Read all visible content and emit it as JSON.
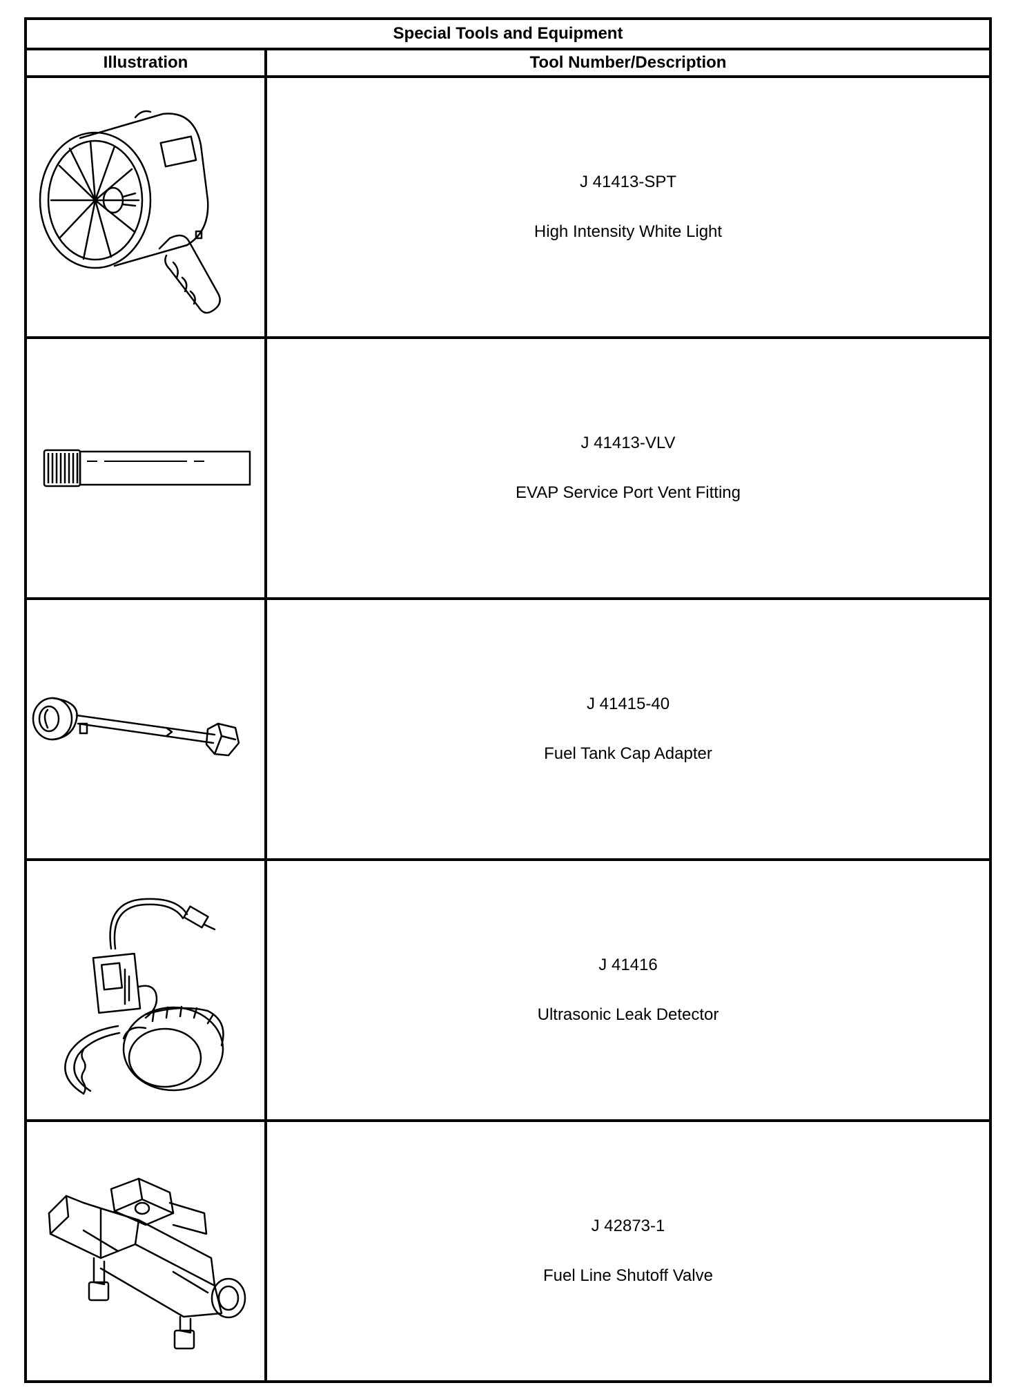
{
  "table": {
    "title": "Special Tools and Equipment",
    "headers": {
      "illustration": "Illustration",
      "description": "Tool Number/Description"
    },
    "rows": [
      {
        "tool_number": "J 41413-SPT",
        "description": "High Intensity White Light",
        "icon": "spotlight-icon"
      },
      {
        "tool_number": "J 41413-VLV",
        "description": "EVAP Service Port Vent Fitting",
        "icon": "vent-fitting-icon"
      },
      {
        "tool_number": "J 41415-40",
        "description": "Fuel Tank Cap Adapter",
        "icon": "cap-adapter-icon"
      },
      {
        "tool_number": "J 41416",
        "description": "Ultrasonic Leak Detector",
        "icon": "leak-detector-icon"
      },
      {
        "tool_number": "J 42873-1",
        "description": "Fuel Line Shutoff Valve",
        "icon": "shutoff-valve-icon"
      }
    ]
  }
}
